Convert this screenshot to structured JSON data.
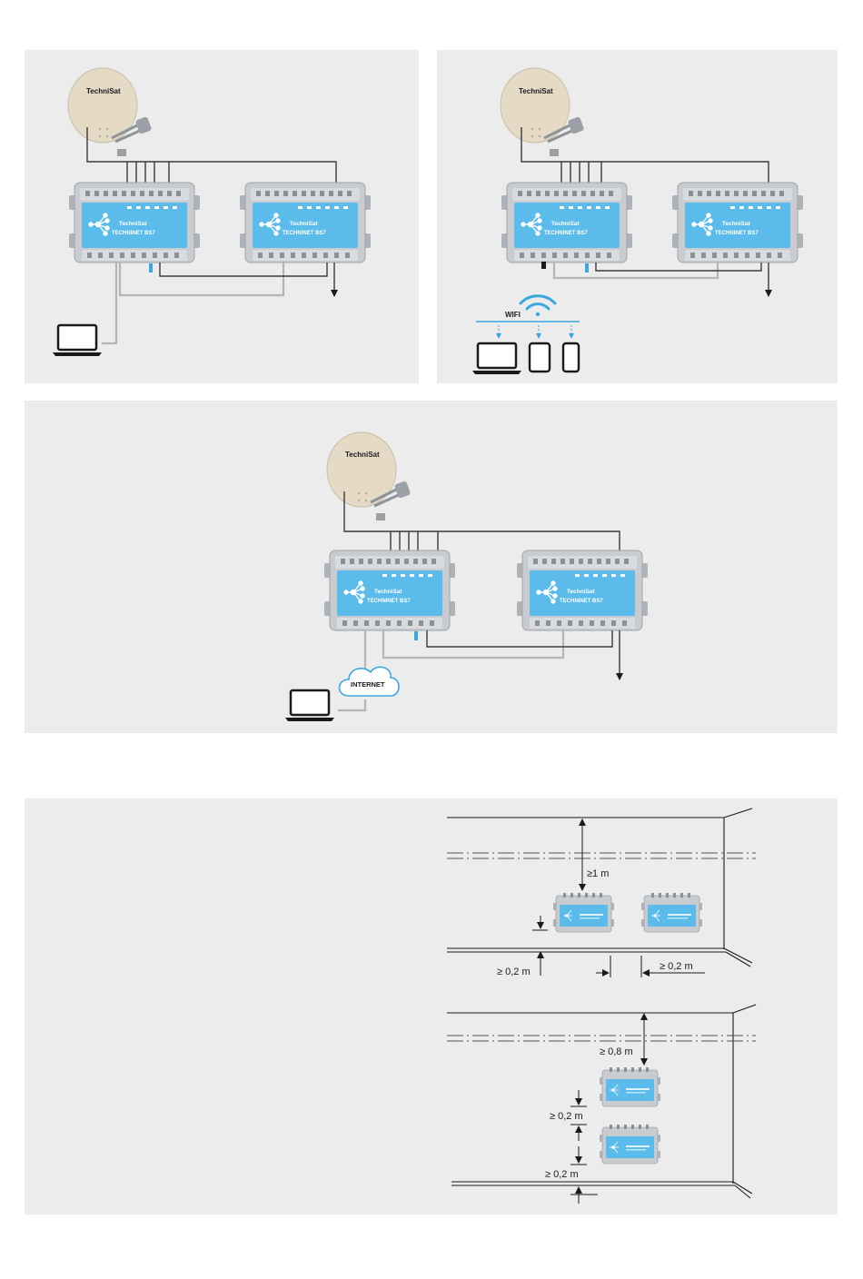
{
  "diagrams": {
    "brand": "TechniSat",
    "device_model": "TECHNINET BS7",
    "wifi_label": "WIFI",
    "internet_label": "INTERNET"
  },
  "clearances": {
    "top_horizontal": "≥1 m",
    "bottom_horizontal": "≥ 0,2 m",
    "side_horizontal": "≥ 0,2 m",
    "top_vertical": "≥ 0,8 m",
    "between_vertical": "≥ 0,2 m",
    "bottom_vertical": "≥ 0,2 m"
  },
  "colors": {
    "device_blue": "#5bbbea",
    "device_grey": "#c8ccd0",
    "dish_beige": "#e5dac6",
    "panel_bg": "#ececec",
    "wifi_blue": "#3aa7e0"
  }
}
